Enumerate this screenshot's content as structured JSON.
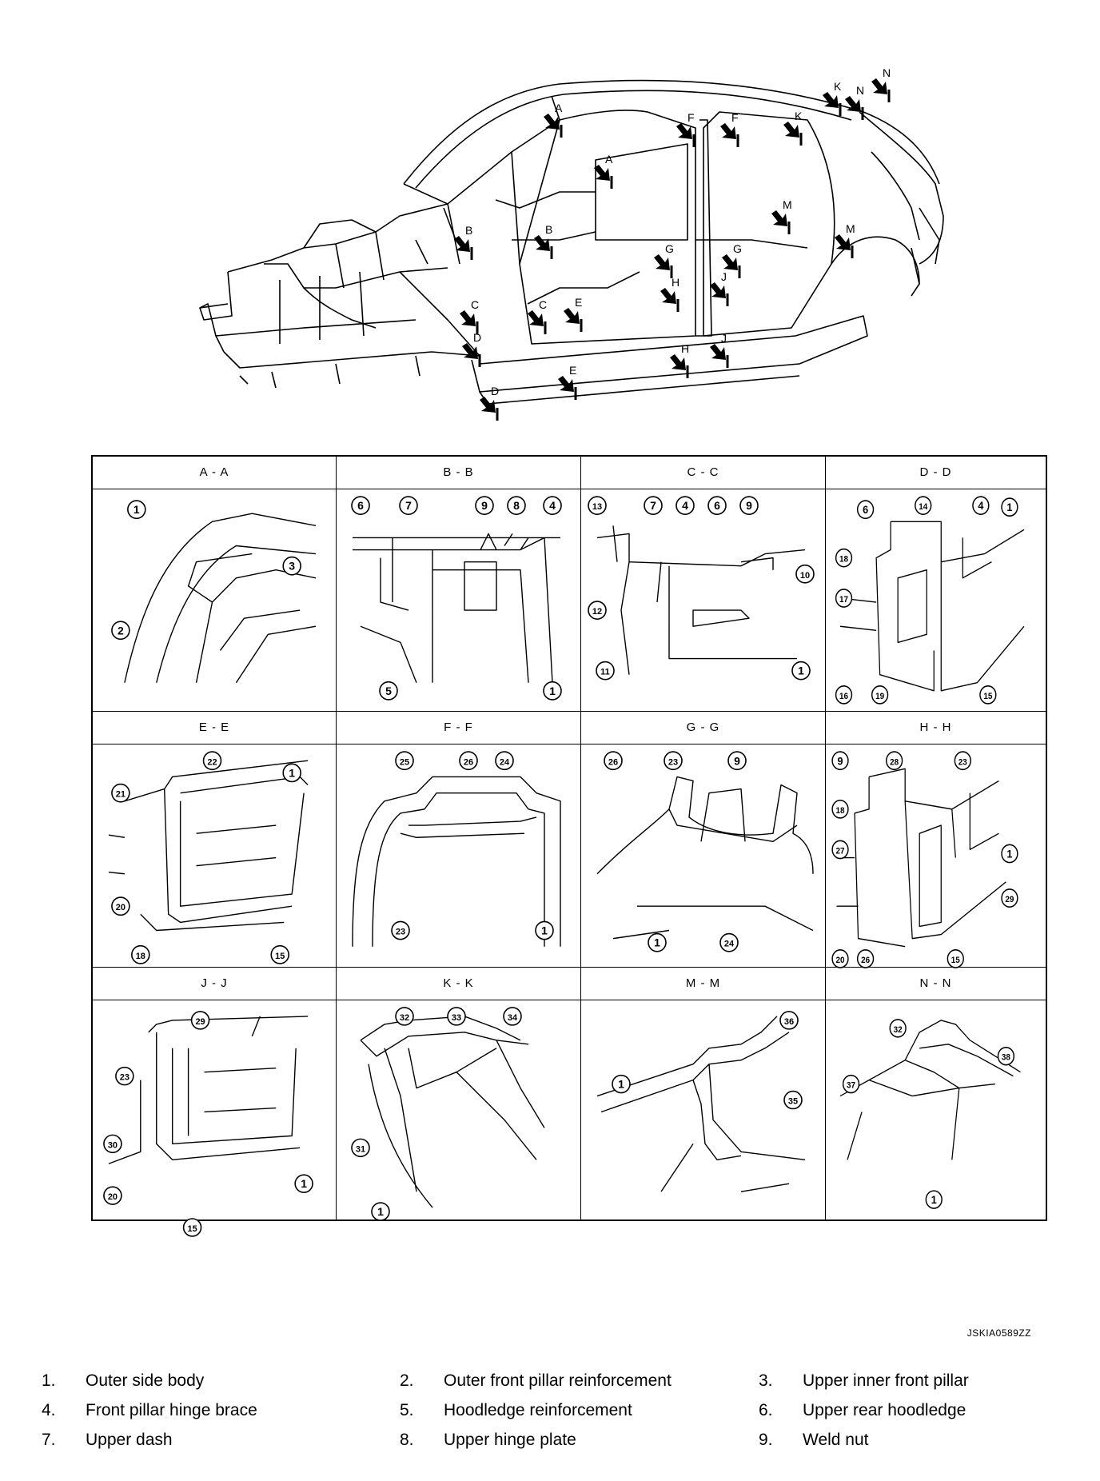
{
  "overview": {
    "markers": [
      "A",
      "A",
      "B",
      "B",
      "C",
      "C",
      "D",
      "D",
      "E",
      "E",
      "F",
      "F",
      "G",
      "G",
      "H",
      "H",
      "J",
      "J",
      "K",
      "K",
      "M",
      "M",
      "N",
      "N"
    ]
  },
  "sections": [
    {
      "title": "A - A",
      "callouts": [
        "1",
        "2",
        "3"
      ]
    },
    {
      "title": "B - B",
      "callouts": [
        "6",
        "7",
        "9",
        "8",
        "4",
        "5",
        "1"
      ]
    },
    {
      "title": "C - C",
      "callouts": [
        "13",
        "7",
        "4",
        "6",
        "9",
        "10",
        "12",
        "11",
        "1"
      ]
    },
    {
      "title": "D - D",
      "callouts": [
        "6",
        "14",
        "4",
        "1",
        "18",
        "17",
        "16",
        "19",
        "15"
      ]
    },
    {
      "title": "E - E",
      "callouts": [
        "22",
        "1",
        "21",
        "20",
        "18",
        "15"
      ]
    },
    {
      "title": "F - F",
      "callouts": [
        "25",
        "26",
        "24",
        "23",
        "1"
      ]
    },
    {
      "title": "G - G",
      "callouts": [
        "26",
        "23",
        "9",
        "1",
        "24"
      ]
    },
    {
      "title": "H - H",
      "callouts": [
        "9",
        "28",
        "23",
        "18",
        "27",
        "1",
        "29",
        "20",
        "26",
        "15"
      ]
    },
    {
      "title": "J - J",
      "callouts": [
        "29",
        "23",
        "30",
        "20",
        "1",
        "15"
      ]
    },
    {
      "title": "K - K",
      "callouts": [
        "32",
        "33",
        "34",
        "31",
        "1"
      ]
    },
    {
      "title": "M - M",
      "callouts": [
        "36",
        "1",
        "35"
      ]
    },
    {
      "title": "N - N",
      "callouts": [
        "32",
        "38",
        "37",
        "1"
      ]
    }
  ],
  "figure_code": "JSKIA0589ZZ",
  "legend": [
    {
      "num": "1.",
      "text": "Outer side body"
    },
    {
      "num": "2.",
      "text": "Outer front pillar reinforcement"
    },
    {
      "num": "3.",
      "text": "Upper inner front pillar"
    },
    {
      "num": "4.",
      "text": "Front pillar hinge brace"
    },
    {
      "num": "5.",
      "text": "Hoodledge reinforcement"
    },
    {
      "num": "6.",
      "text": "Upper rear hoodledge"
    },
    {
      "num": "7.",
      "text": "Upper dash"
    },
    {
      "num": "8.",
      "text": "Upper hinge plate"
    },
    {
      "num": "9.",
      "text": "Weld nut"
    }
  ]
}
